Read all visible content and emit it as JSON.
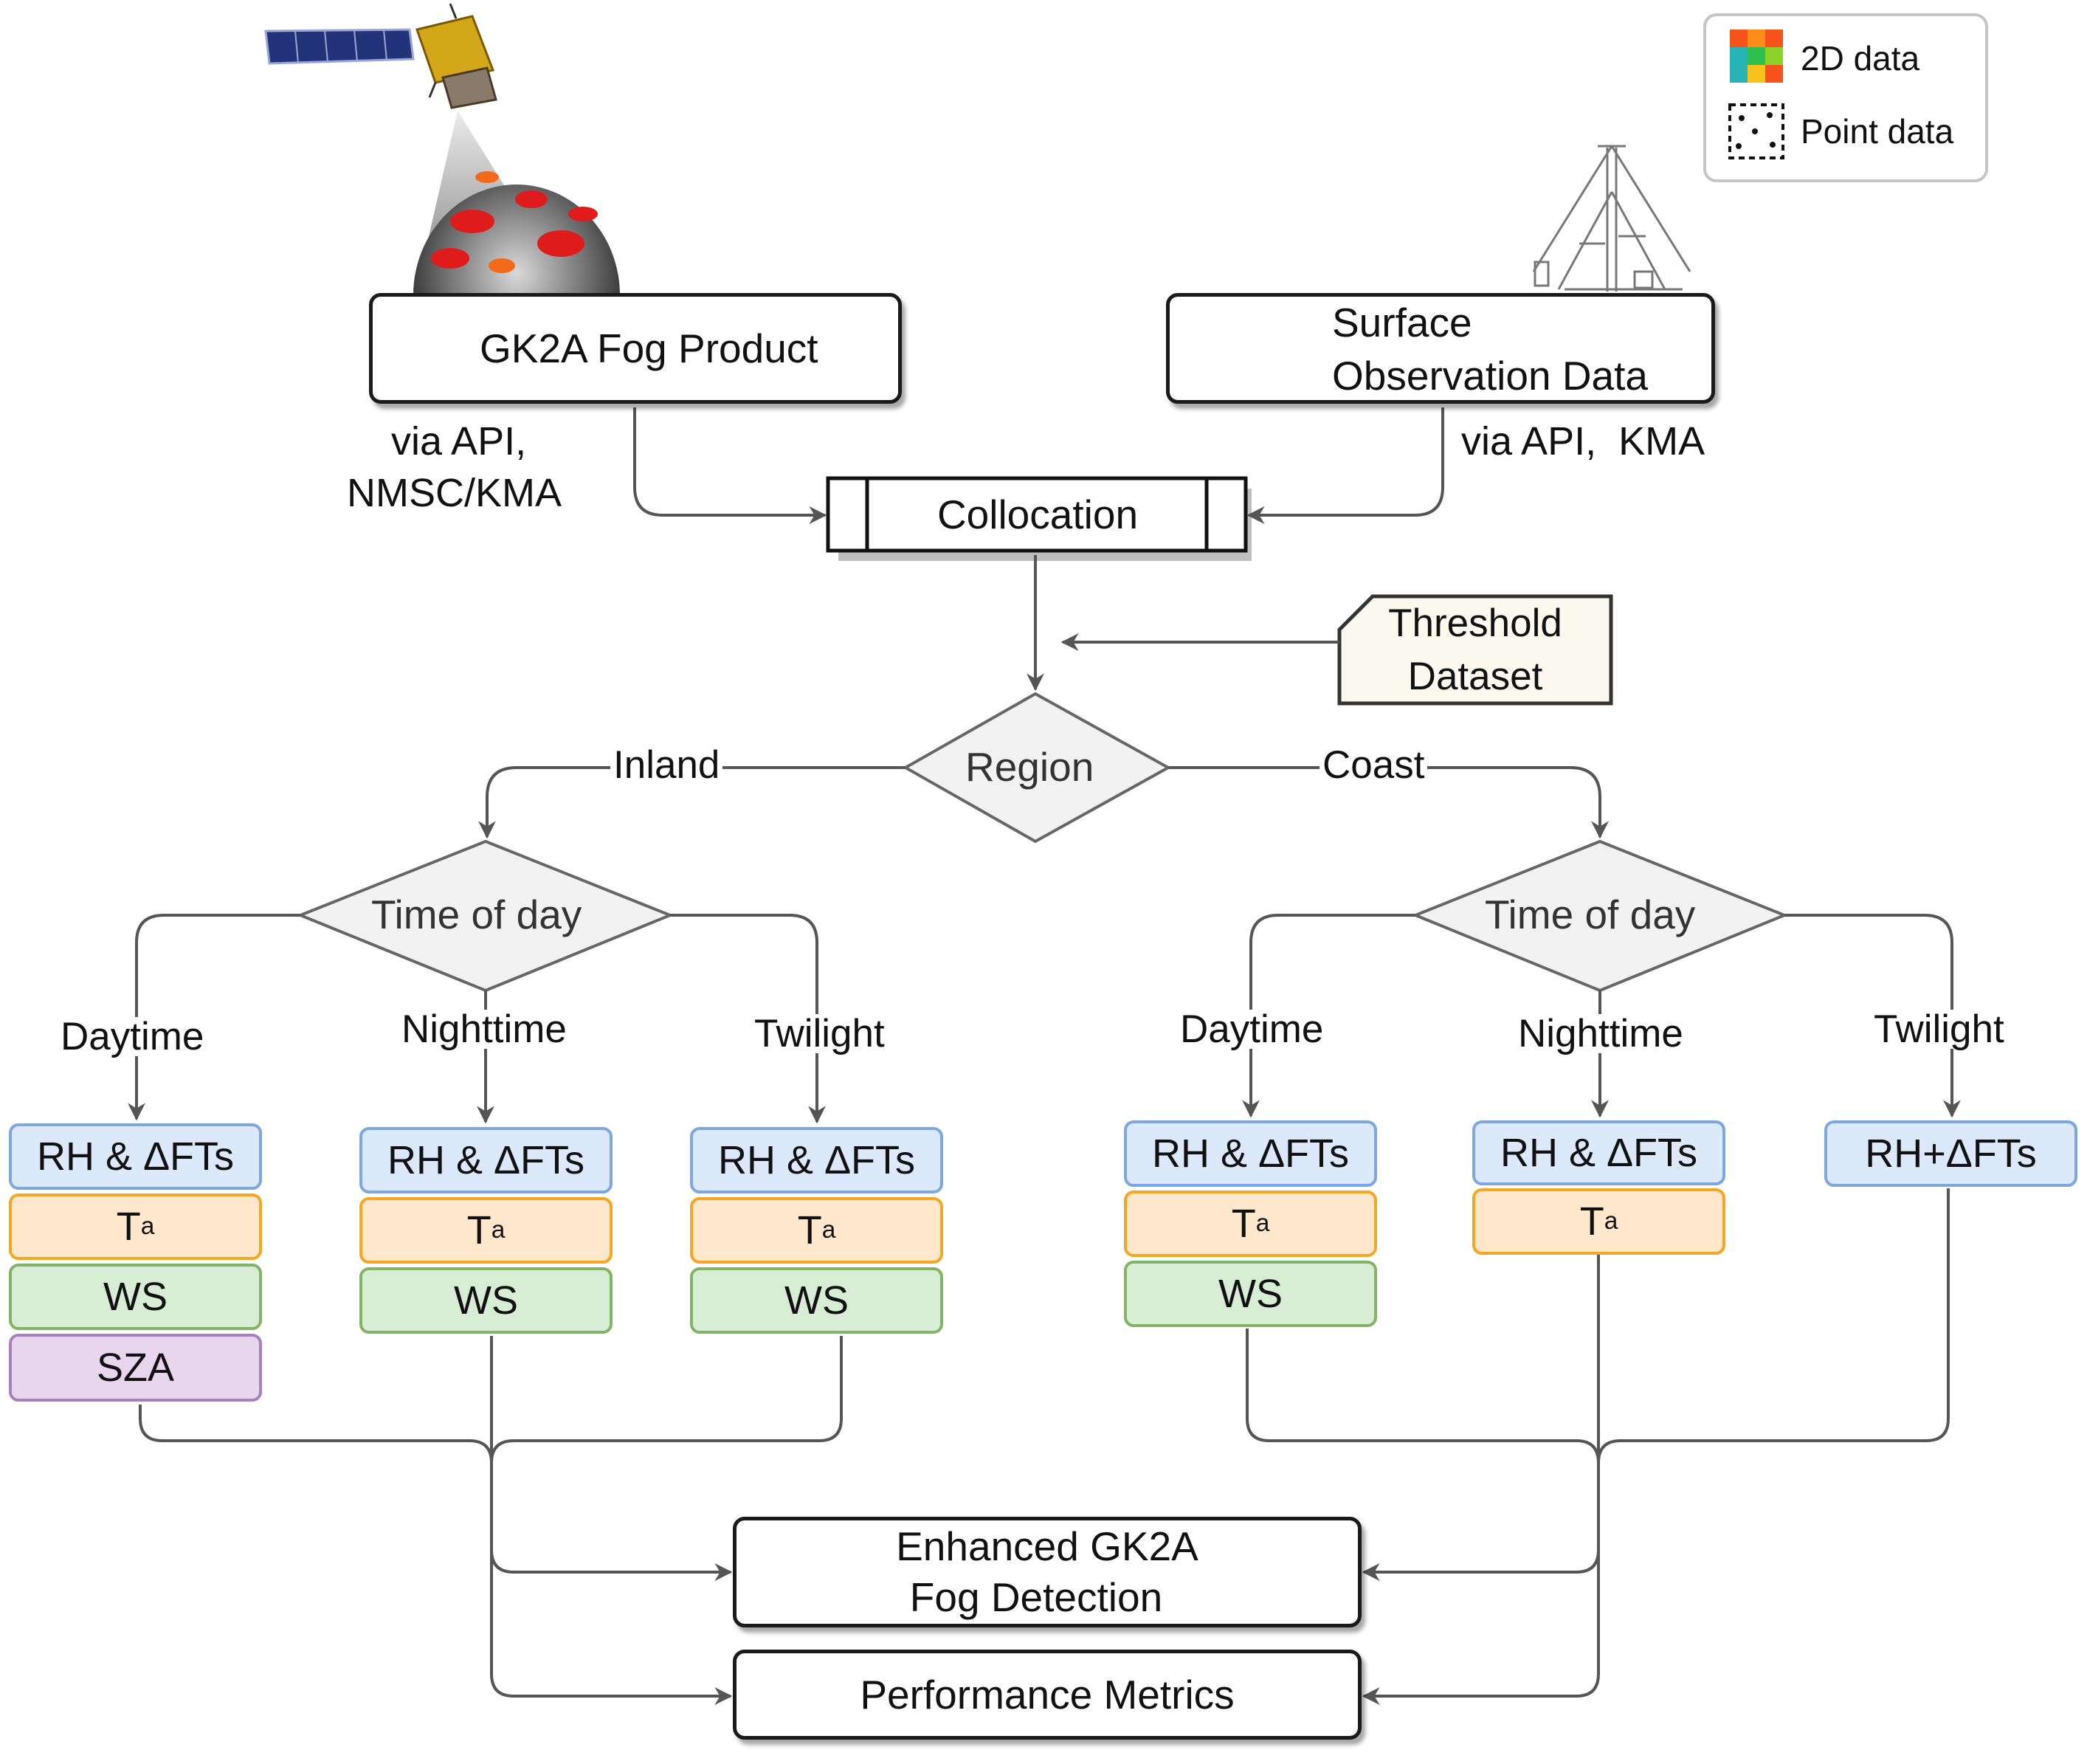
{
  "legend": {
    "item_2d": "2D data",
    "item_point": "Point data"
  },
  "nodes": {
    "gk2a": "GK2A Fog Product",
    "surface_line1": "Surface",
    "surface_line2": "Observation Data",
    "collocation": "Collocation",
    "threshold_line1": "Threshold",
    "threshold_line2": "Dataset",
    "region": "Region",
    "tod_inland": "Time of day",
    "tod_coast": "Time of day",
    "enhanced_line1": "Enhanced GK2A",
    "enhanced_line2": "Fog Detection",
    "metrics": "Performance Metrics"
  },
  "labels": {
    "gk2a_src_line1": "via API,",
    "gk2a_src_line2": "NMSC/KMA",
    "surface_src": "via API,  KMA",
    "inland": "Inland",
    "coast": "Coast",
    "inland_daytime": "Daytime",
    "inland_nighttime": "Nighttime",
    "inland_twilight": "Twilight",
    "coast_daytime": "Daytime",
    "coast_nighttime": "Nighttime",
    "coast_twilight": "Twilight"
  },
  "params": {
    "rh_dfts": "RH & ΔFTs",
    "rh_plus_dfts": "RH+ΔFTs",
    "ta_main": "T",
    "ta_sub": "a",
    "ws": "WS",
    "sza": "SZA"
  },
  "colors": {
    "rh": "#dbe9fb",
    "ta": "#ffe7cc",
    "ws": "#d7eed5",
    "sza": "#e7d6ee",
    "connector": "#555555",
    "decision_fill": "#f2f2f2",
    "threshold_fill": "#fbf8ee"
  }
}
